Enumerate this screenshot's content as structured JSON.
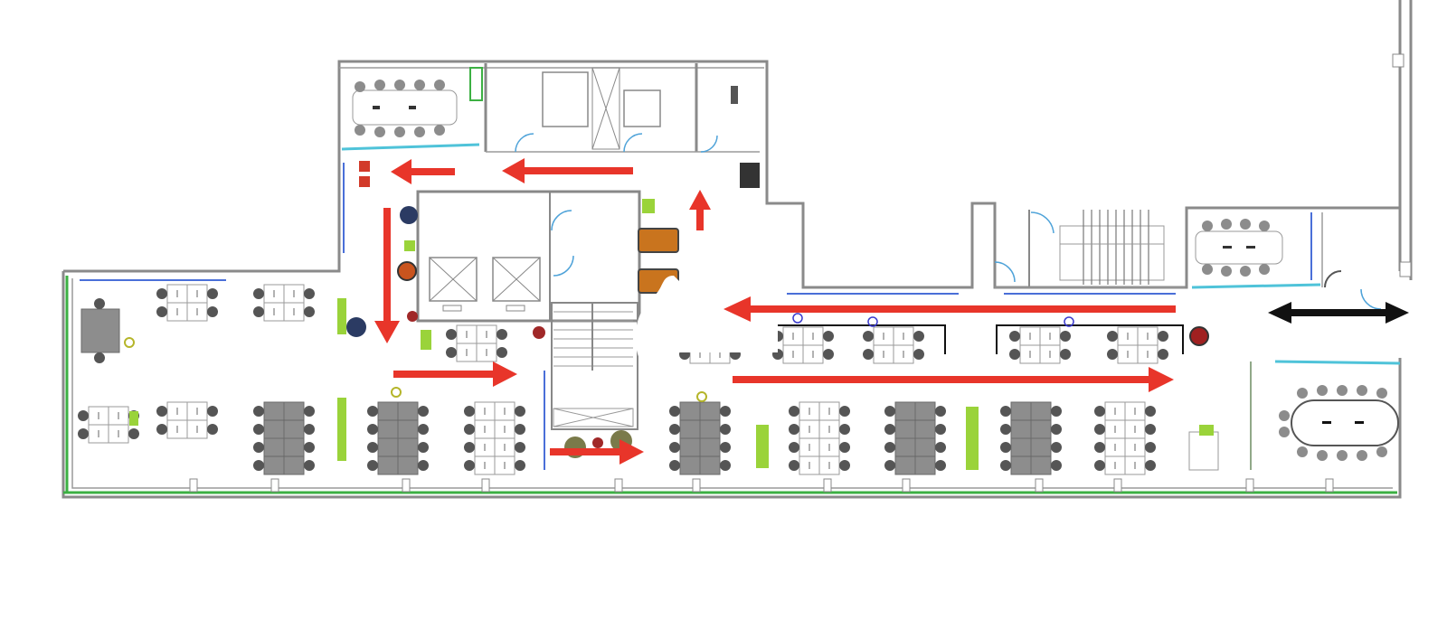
{
  "plan": {
    "colors": {
      "wall": "#8a8a8a",
      "glass_partition": "#4fc3d9",
      "exterior_edge": "#3cb043",
      "circulation_arrow": "#e8352a",
      "two_way_arrow": "#111111",
      "plant": "#9ad33a",
      "desk_shared": "#8d8d8d"
    },
    "icons": [
      "arrow-left-icon",
      "arrow-right-icon",
      "arrow-up-icon",
      "arrow-down-icon",
      "two-way-arrow-icon",
      "elevator-icon",
      "stairs-icon",
      "door-swing-icon",
      "plant-icon",
      "chair-icon"
    ],
    "arrows": [
      {
        "name": "upper-corridor-left-1",
        "direction": "left"
      },
      {
        "name": "upper-corridor-left-2",
        "direction": "left"
      },
      {
        "name": "west-corridor-down",
        "direction": "down"
      },
      {
        "name": "west-aisle-right",
        "direction": "right"
      },
      {
        "name": "core-up",
        "direction": "up"
      },
      {
        "name": "main-corridor-left",
        "direction": "left"
      },
      {
        "name": "main-aisle-right",
        "direction": "right"
      },
      {
        "name": "south-core-right",
        "direction": "right"
      },
      {
        "name": "east-two-way",
        "direction": "both"
      }
    ]
  }
}
